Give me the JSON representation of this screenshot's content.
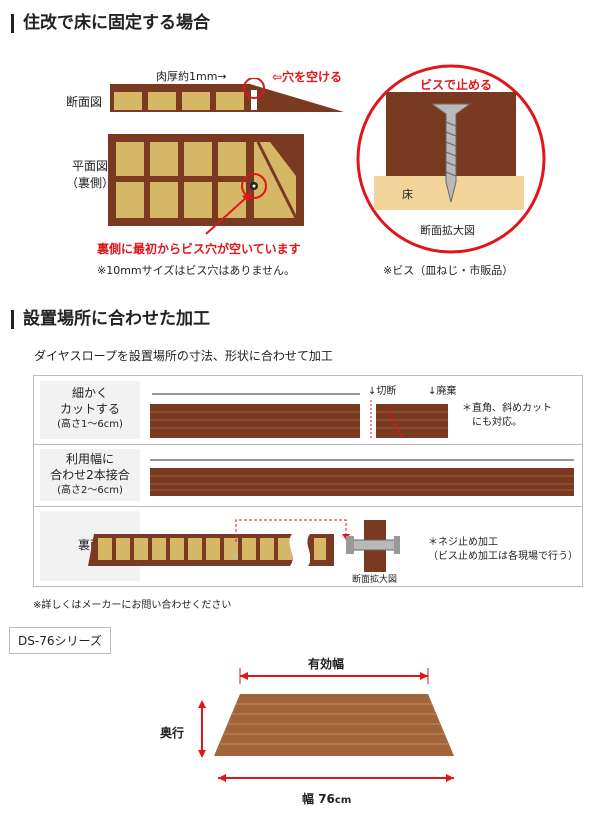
{
  "section1": {
    "title": "住改で床に固定する場合",
    "cross_section_label": "断面図",
    "plan_label_line1": "平面図",
    "plan_label_line2": "（裏側）",
    "thickness_note": "肉厚約1mm→",
    "hole_note": "⇦穴を空ける",
    "hole_caption": "裏側に最初からビス穴が空いています",
    "hole_note_10mm": "※10mmサイズはビス穴はありません。",
    "circle_title": "ビスで止める",
    "floor_label": "床",
    "enlarged_label": "断面拡大図",
    "screw_note": "※ビス（皿ねじ・市販品）"
  },
  "section2": {
    "title": "設置場所に合わせた加工",
    "subtitle": "ダイヤスロープを設置場所の寸法、形状に合わせて加工",
    "rows": [
      {
        "label1": "細かく",
        "label2": "カットする",
        "sub": "(高さ1～6cm)",
        "note1": "＊直角、斜めカット",
        "note2": "にも対応。",
        "cut": "↓切断",
        "waste": "↓廃棄"
      },
      {
        "label1": "利用幅に",
        "label2": "合わせ2本接合",
        "sub": "(高さ2～6cm)"
      },
      {
        "label1": "裏面",
        "note1": "＊ネジ止め加工",
        "note2": "（ビス止め加工は各現場で行う）",
        "enlarged": "断面拡大図"
      }
    ],
    "footnote": "※詳しくはメーカーにお問い合わせください"
  },
  "series": {
    "badge": "DS-76シリーズ",
    "effective_width": "有効幅",
    "depth": "奥行",
    "width_prefix": "幅 ",
    "width_value": "76",
    "width_unit": "cm"
  },
  "colors": {
    "wood": "#7a3a22",
    "panel": "#d6b766",
    "red": "#e0161b",
    "floor": "#f2d49b"
  }
}
